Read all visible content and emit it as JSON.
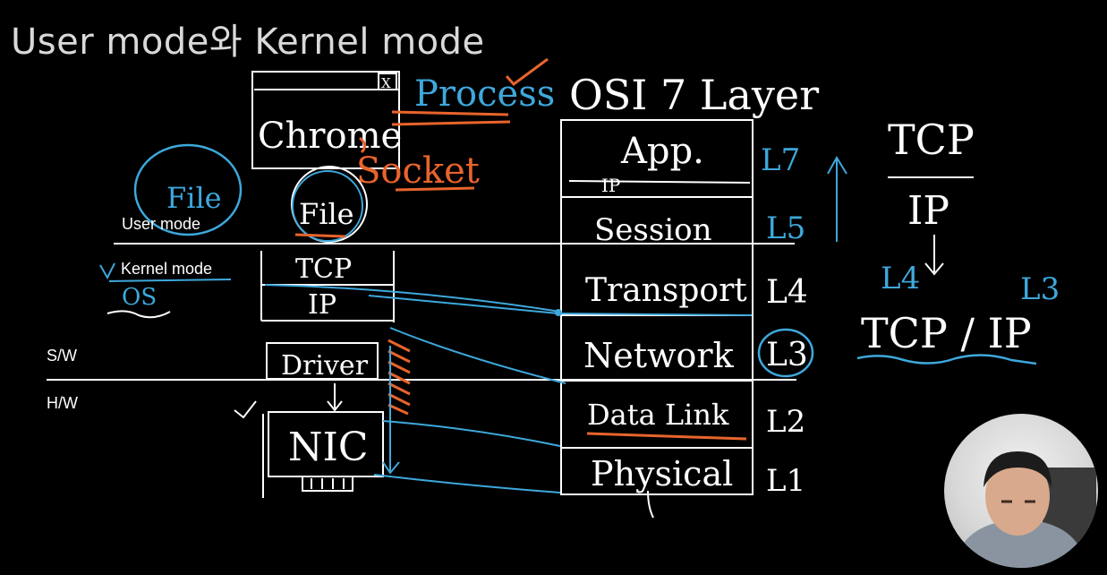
{
  "title": "User mode와 Kernel mode",
  "labels": {
    "user_mode": "User mode",
    "kernel_mode": "Kernel mode",
    "software": "S/W",
    "hardware": "H/W"
  },
  "handwriting": {
    "window_close": "X",
    "chrome": "Chrome",
    "process": "Process",
    "socket": "Socket",
    "file_left": "File",
    "file_center": "File",
    "os": "OS",
    "tcp": "TCP",
    "ip": "IP",
    "driver": "Driver",
    "nic": "NIC",
    "osi_title": "OSI 7 Layer",
    "ip_small": "IP",
    "tcp_over_ip_top": "TCP",
    "tcp_over_ip_bottom": "IP",
    "l4_side": "L4",
    "l3_side": "L3",
    "tcp_ip": "TCP / IP"
  },
  "osi_layers": [
    {
      "name": "App.",
      "level": "L7"
    },
    {
      "name": "Session",
      "level": "L5"
    },
    {
      "name": "Transport",
      "level": "L4"
    },
    {
      "name": "Network",
      "level": "L3"
    },
    {
      "name": "Data Link",
      "level": "L2"
    },
    {
      "name": "Physical",
      "level": "L1"
    }
  ],
  "colors": {
    "ink_white": "#ffffff",
    "ink_blue": "#3ea8dc",
    "ink_orange": "#e8642c",
    "title_gray": "#d9d9d9"
  }
}
